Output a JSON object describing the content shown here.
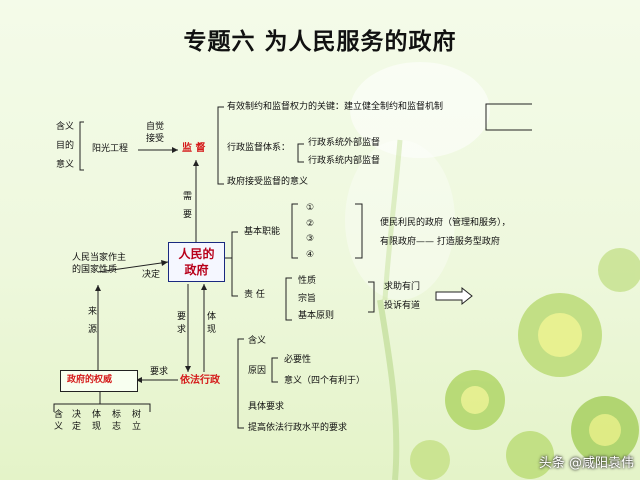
{
  "title": "专题六  为人民服务的政府",
  "center": {
    "line1": "人民的",
    "line2": "政府"
  },
  "left": {
    "meaning_items": [
      "含义",
      "目的",
      "意义"
    ],
    "sunshine": "阳光工程",
    "conscious_accept": {
      "line1": "自觉",
      "line2": "接受"
    },
    "supervise": "监  督",
    "need": [
      "需",
      "要"
    ],
    "people_master": {
      "line1": "人民当家作主",
      "line2": "的国家性质"
    },
    "decide": "决定",
    "source": [
      "来",
      "源"
    ],
    "gov_authority": "政府的权威",
    "require_label": "要求",
    "authority_items": [
      [
        "含",
        "义"
      ],
      [
        "决",
        "定"
      ],
      [
        "体",
        "现"
      ],
      [
        "标",
        "志"
      ],
      [
        "树",
        "立"
      ]
    ]
  },
  "middle": {
    "require_vertical": [
      "要",
      "求"
    ],
    "embody_vertical": [
      "体",
      "现"
    ],
    "law_admin": "依法行政"
  },
  "supervision": {
    "key": "有效制约和监督权力的关键：建立健全制约和监督机制",
    "system_label": "行政监督体系：",
    "system_items": [
      "行政系统外部监督",
      "行政系统内部监督"
    ],
    "significance": "政府接受监督的意义"
  },
  "functions": {
    "label": "基本职能",
    "items": [
      "①",
      "②",
      "③",
      "④"
    ],
    "note1": "便民利民的政府（管理和服务），",
    "note2": "有限政府——  打造服务型政府"
  },
  "responsibility": {
    "label": "责    任",
    "items": [
      "性质",
      "宗旨",
      "基本原则"
    ],
    "result": [
      "求助有门",
      "投诉有道"
    ]
  },
  "law": {
    "meaning": "含义",
    "reason": "原因",
    "reason_items": [
      "必要性",
      "意义（四个有利于）"
    ],
    "specific": "具体要求",
    "improve": "提高依法行政水平的要求"
  },
  "watermark": "头条 @咸阳袁伟"
}
